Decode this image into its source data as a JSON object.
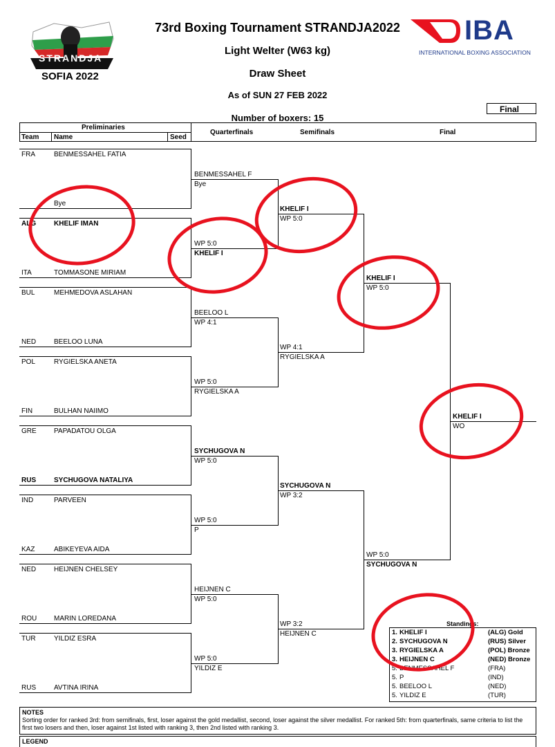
{
  "header": {
    "title": "73rd Boxing Tournament STRANDJA2022",
    "weight": "Light Welter (W63 kg)",
    "sheet": "Draw Sheet",
    "as_of": "As of SUN 27 FEB 2022",
    "boxers": "Number of boxers: 15",
    "final_badge": "Final",
    "logo_left_top": "STRANDJA",
    "logo_left_bottom": "SOFIA 2022",
    "logo_right": "IBA",
    "logo_right_sub": "INTERNATIONAL BOXING ASSOCIATION"
  },
  "columns": {
    "preliminaries": "Preliminaries",
    "team": "Team",
    "name": "Name",
    "seed": "Seed",
    "quarterfinals": "Quarterfinals",
    "semifinals": "Semifinals",
    "final": "Final"
  },
  "entrants": [
    {
      "team": "FRA",
      "name": "BENMESSAHEL FATIA",
      "bold": false
    },
    {
      "team": "",
      "name": "Bye",
      "bold": false
    },
    {
      "team": "ALG",
      "name": "KHELIF IMAN",
      "bold": true
    },
    {
      "team": "ITA",
      "name": "TOMMASONE MIRIAM",
      "bold": false
    },
    {
      "team": "BUL",
      "name": "MEHMEDOVA ASLAHAN",
      "bold": false
    },
    {
      "team": "NED",
      "name": "BEELOO LUNA",
      "bold": false
    },
    {
      "team": "POL",
      "name": "RYGIELSKA ANETA",
      "bold": false
    },
    {
      "team": "FIN",
      "name": "BULHAN NAIIMO",
      "bold": false
    },
    {
      "team": "GRE",
      "name": "PAPADATOU OLGA",
      "bold": false
    },
    {
      "team": "RUS",
      "name": "SYCHUGOVA NATALIYA",
      "bold": true
    },
    {
      "team": "IND",
      "name": "PARVEEN",
      "bold": false
    },
    {
      "team": "KAZ",
      "name": "ABIKEYEVA AIDA",
      "bold": false
    },
    {
      "team": "NED",
      "name": "HEIJNEN CHELSEY",
      "bold": false
    },
    {
      "team": "ROU",
      "name": "MARIN LOREDANA",
      "bold": false
    },
    {
      "team": "TUR",
      "name": "YILDIZ ESRA",
      "bold": false
    },
    {
      "team": "RUS",
      "name": "AVTINA IRINA",
      "bold": false
    }
  ],
  "quarterfinals": [
    {
      "first": "BENMESSAHEL F",
      "second": "Bye",
      "first_bold": false,
      "second_bold": false
    },
    {
      "first": "WP 5:0",
      "second": "KHELIF I",
      "first_bold": false,
      "second_bold": true
    },
    {
      "first": "BEELOO L",
      "second": "WP 4:1",
      "first_bold": false,
      "second_bold": false
    },
    {
      "first": "WP 5:0",
      "second": "RYGIELSKA A",
      "first_bold": false,
      "second_bold": false
    },
    {
      "first": "SYCHUGOVA N",
      "second": "WP 5:0",
      "first_bold": true,
      "second_bold": false
    },
    {
      "first": "WP 5:0",
      "second": "P",
      "first_bold": false,
      "second_bold": false
    },
    {
      "first": "HEIJNEN C",
      "second": "WP 5:0",
      "first_bold": false,
      "second_bold": false
    },
    {
      "first": "WP 5:0",
      "second": "YILDIZ E",
      "first_bold": false,
      "second_bold": false
    }
  ],
  "semifinals": [
    {
      "first": "KHELIF I",
      "second": "WP 5:0",
      "first_bold": true,
      "second_bold": false
    },
    {
      "first": "WP 4:1",
      "second": "RYGIELSKA A",
      "first_bold": false,
      "second_bold": false
    },
    {
      "first": "SYCHUGOVA N",
      "second": "WP 3:2",
      "first_bold": true,
      "second_bold": false
    },
    {
      "first": "WP 3:2",
      "second": "HEIJNEN C",
      "first_bold": false,
      "second_bold": false
    }
  ],
  "finals": [
    {
      "first": "KHELIF I",
      "second": "WP 5:0",
      "first_bold": true,
      "second_bold": false
    },
    {
      "first": "WP 5:0",
      "second": "SYCHUGOVA N",
      "first_bold": false,
      "second_bold": true
    }
  ],
  "winner": {
    "first": "KHELIF I",
    "second": "WO"
  },
  "standings": {
    "title": "Standings:",
    "rows": [
      {
        "rank": "1.",
        "name": "KHELIF I",
        "noc": "(ALG) Gold",
        "bold": true
      },
      {
        "rank": "2.",
        "name": "SYCHUGOVA N",
        "noc": "(RUS) Silver",
        "bold": true
      },
      {
        "rank": "3.",
        "name": "RYGIELSKA A",
        "noc": "(POL) Bronze",
        "bold": true
      },
      {
        "rank": "3.",
        "name": "HEIJNEN C",
        "noc": "(NED) Bronze",
        "bold": true
      },
      {
        "rank": "5.",
        "name": "BENMESSAHEL F",
        "noc": "(FRA)",
        "bold": false
      },
      {
        "rank": "5.",
        "name": "P",
        "noc": "(IND)",
        "bold": false
      },
      {
        "rank": "5.",
        "name": "BEELOO L",
        "noc": "(NED)",
        "bold": false
      },
      {
        "rank": "5.",
        "name": "YILDIZ E",
        "noc": "(TUR)",
        "bold": false
      }
    ]
  },
  "notes": {
    "title": "NOTES",
    "text": "Sorting order for ranked 3rd: from semifinals, first, loser against the gold medallist, second, loser against the silver medallist. For ranked 5th: from quarterfinals, same criteria to list the first two losers and then, loser against 1st listed with ranking 3, then 2nd listed with ranking 3."
  },
  "legend": {
    "title": "LEGEND"
  },
  "colors": {
    "annotation": "#e8121f",
    "iba_red": "#e8121f",
    "iba_blue": "#1e3a8a",
    "flag_green": "#2e9e4a",
    "flag_red": "#d62828"
  }
}
